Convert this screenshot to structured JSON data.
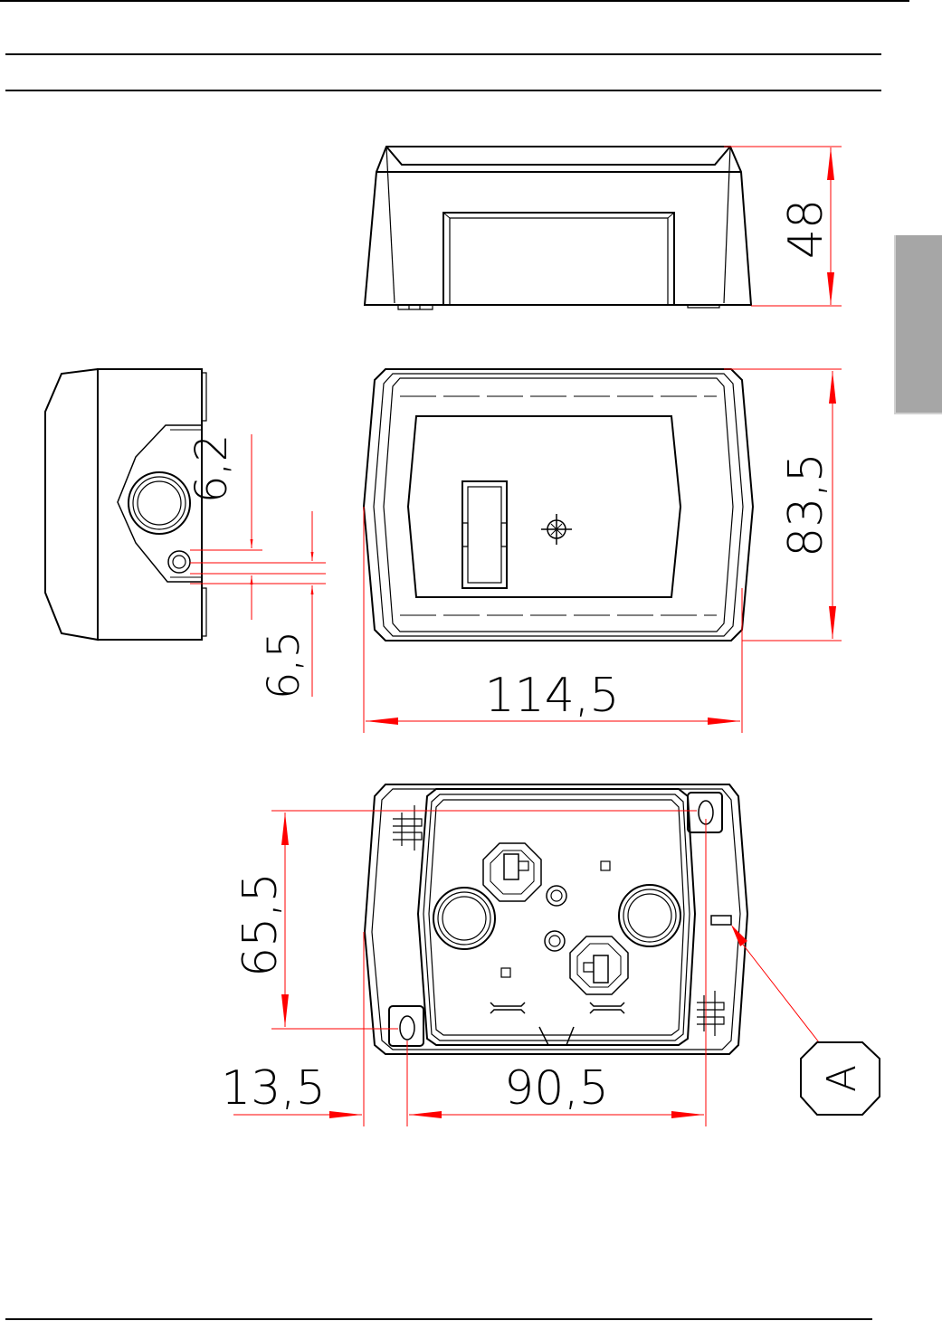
{
  "colors": {
    "outline": "#000000",
    "dimension": "#ff0000",
    "tab": "#a6a6a6"
  },
  "dimensions": {
    "height": "48",
    "depth": "83,5",
    "width": "114,5",
    "hole_offset": "6,2",
    "hole_gap": "6,5",
    "mount_vertical": "65,5",
    "mount_left": "13,5",
    "mount_horizontal": "90,5"
  },
  "callout": {
    "label": "A"
  }
}
